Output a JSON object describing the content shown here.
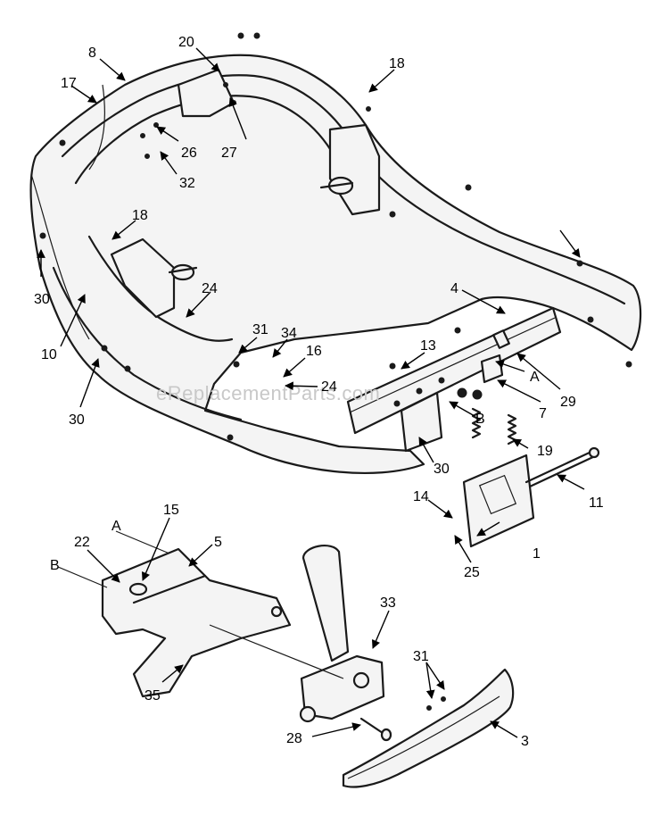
{
  "diagram": {
    "watermark": "eReplacementParts.com",
    "callouts": [
      "20",
      "8",
      "17",
      "18",
      "26",
      "27",
      "32",
      "18",
      "30",
      "24",
      "10",
      "31",
      "34",
      "16",
      "24",
      "30",
      "4",
      "13",
      "A",
      "29",
      "B",
      "7",
      "19",
      "30",
      "11",
      "14",
      "1",
      "25",
      "15",
      "A",
      "5",
      "22",
      "B",
      "33",
      "31",
      "35",
      "28",
      "3"
    ]
  }
}
